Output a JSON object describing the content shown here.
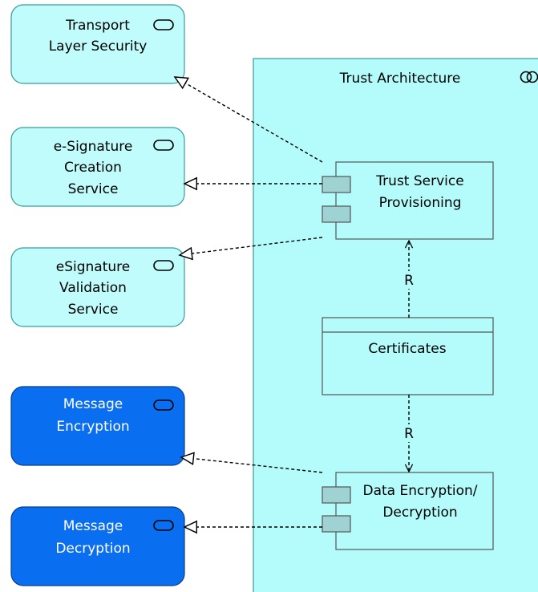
{
  "diagram": {
    "container": {
      "title": "Trust Architecture"
    },
    "services": [
      {
        "id": "tls",
        "line1": "Transport",
        "line2": "Layer Security",
        "line3": ""
      },
      {
        "id": "esig-create",
        "line1": "e-Signature",
        "line2": "Creation",
        "line3": "Service"
      },
      {
        "id": "esig-validate",
        "line1": "eSignature",
        "line2": "Validation",
        "line3": "Service"
      },
      {
        "id": "msg-enc",
        "line1": "Message",
        "line2": "Encryption",
        "line3": ""
      },
      {
        "id": "msg-dec",
        "line1": "Message",
        "line2": "Decryption",
        "line3": ""
      }
    ],
    "components": [
      {
        "id": "tsp",
        "line1": "Trust Service",
        "line2": "Provisioning"
      },
      {
        "id": "ded",
        "line1": "Data Encryption/",
        "line2": "Decryption"
      }
    ],
    "data_object": {
      "label": "Certificates"
    },
    "relations": [
      {
        "label": "R"
      },
      {
        "label": "R"
      }
    ],
    "colors": {
      "service_light": "#c0fcfc",
      "service_dark": "#0a6ef0",
      "container_fill": "#b4fcfc",
      "port_fill": "#9fd2d2"
    }
  }
}
